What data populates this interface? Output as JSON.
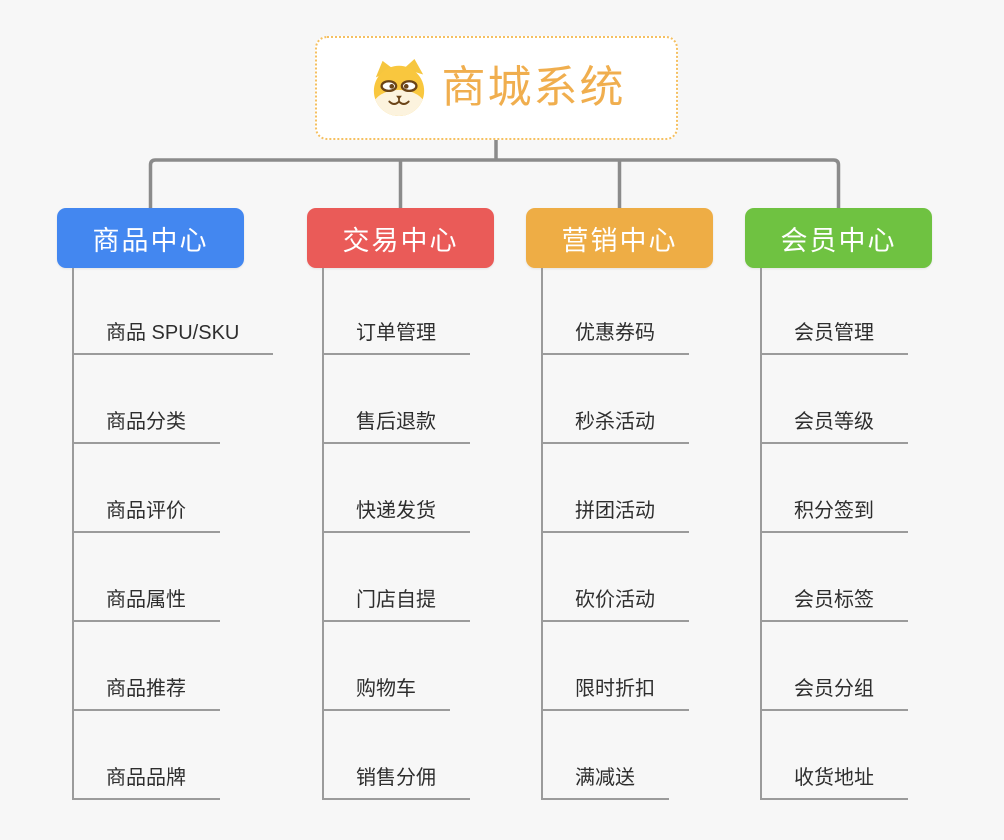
{
  "canvas": {
    "background_color": "#f7f7f7"
  },
  "root": {
    "title": "商城系统",
    "icon": "shiba-dog-icon",
    "text_color": "#f0ae4e",
    "border_color": "#f5c061"
  },
  "connector": {
    "line_color": "#8b8b8b"
  },
  "child_style": {
    "line_color": "#9b9b9b",
    "text_color": "#2e2e2e"
  },
  "branches": [
    {
      "label": "商品中心",
      "color": "#4387f0",
      "children": [
        "商品 SPU/SKU",
        "商品分类",
        "商品评价",
        "商品属性",
        "商品推荐",
        "商品品牌"
      ]
    },
    {
      "label": "交易中心",
      "color": "#ea5b58",
      "children": [
        "订单管理",
        "售后退款",
        "快递发货",
        "门店自提",
        "购物车",
        "销售分佣"
      ]
    },
    {
      "label": "营销中心",
      "color": "#eead45",
      "children": [
        "优惠券码",
        "秒杀活动",
        "拼团活动",
        "砍价活动",
        "限时折扣",
        "满减送"
      ]
    },
    {
      "label": "会员中心",
      "color": "#6fc241",
      "children": [
        "会员管理",
        "会员等级",
        "积分签到",
        "会员标签",
        "会员分组",
        "收货地址"
      ]
    }
  ]
}
